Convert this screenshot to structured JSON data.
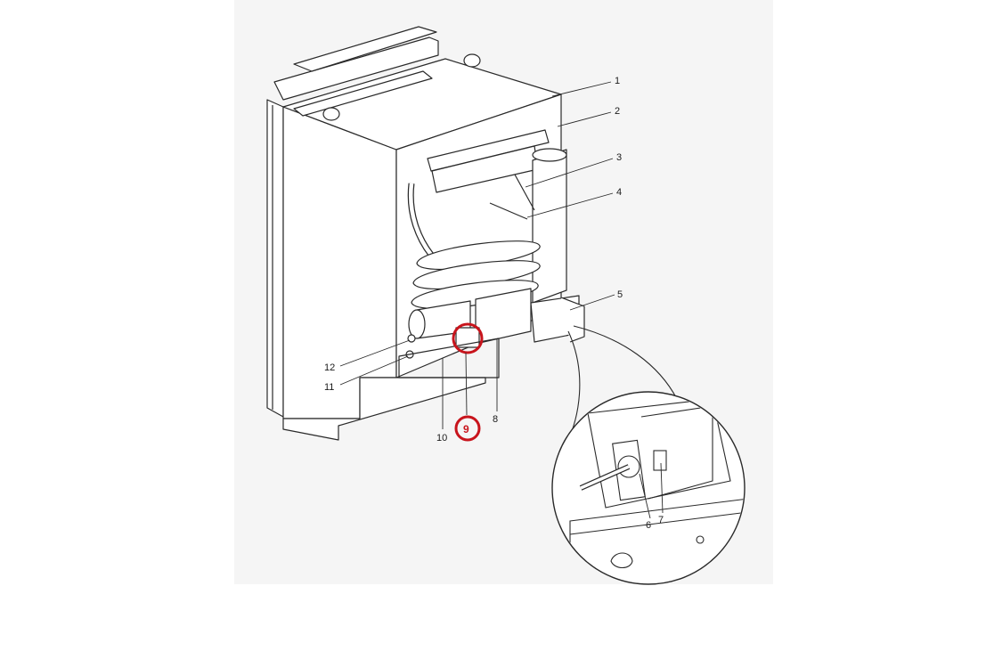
{
  "diagram": {
    "callouts": {
      "c1": "1",
      "c2": "2",
      "c3": "3",
      "c4": "4",
      "c5": "5",
      "c6": "6",
      "c7": "7",
      "c8": "8",
      "c9": "9",
      "c10": "10",
      "c11": "11",
      "c12": "12"
    },
    "highlighted_callout": "9",
    "colors": {
      "highlight": "#c8141c",
      "line": "#2a2a2a",
      "panel_bg": "#f4f4f4"
    }
  }
}
